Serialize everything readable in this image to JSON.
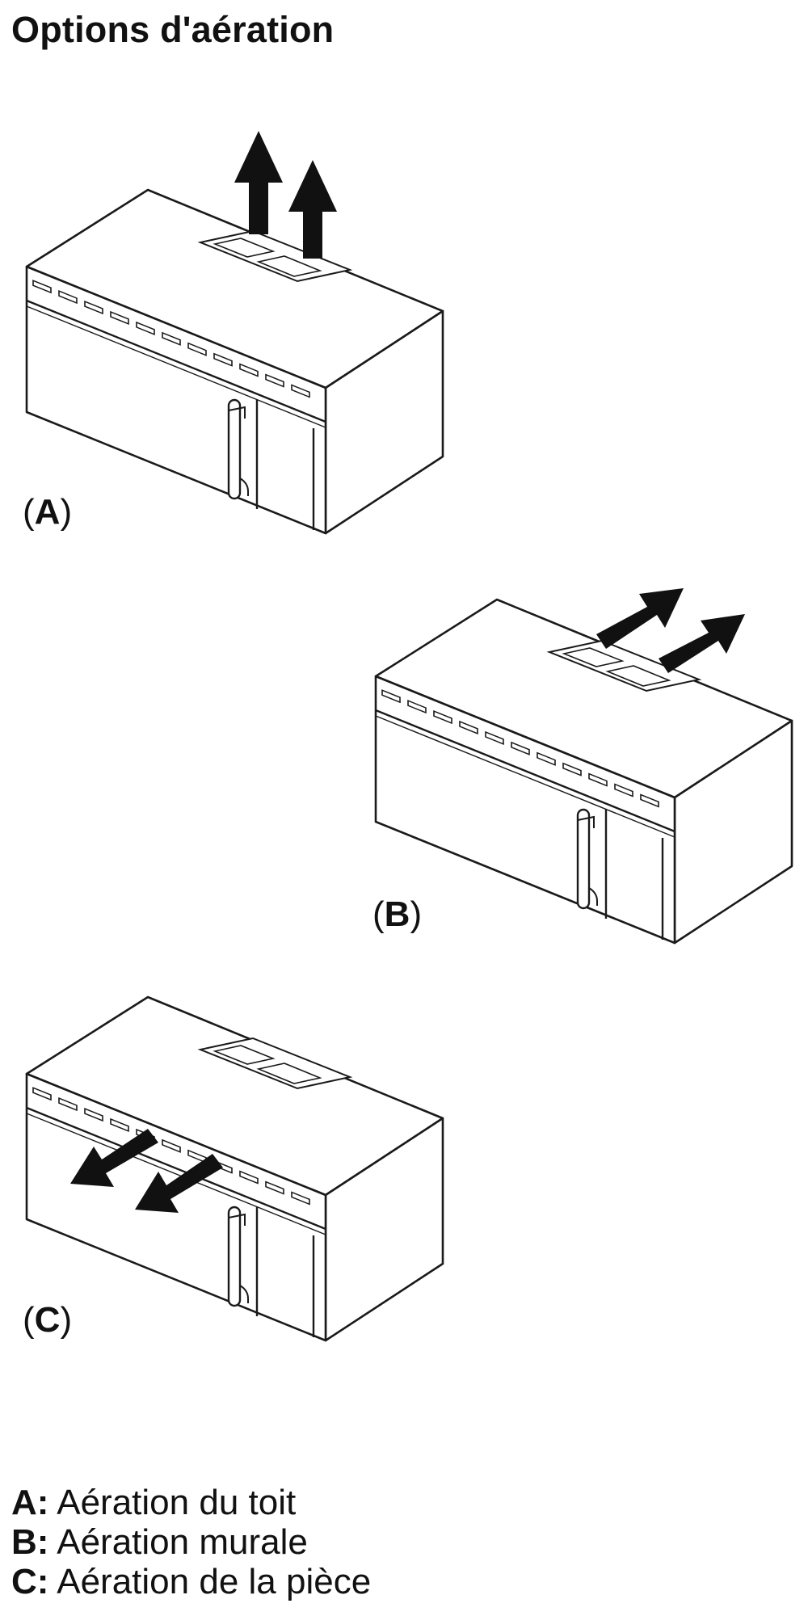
{
  "title": "Options d'aération",
  "panels": [
    {
      "key": "A",
      "label": "(A)",
      "vent_direction": "roof"
    },
    {
      "key": "B",
      "label": "(B)",
      "vent_direction": "wall"
    },
    {
      "key": "C",
      "label": "(C)",
      "vent_direction": "room"
    }
  ],
  "legend": [
    {
      "key": "A:",
      "text": "Aération du toit"
    },
    {
      "key": "B:",
      "text": "Aération murale"
    },
    {
      "key": "C:",
      "text": "Aération de la pièce"
    }
  ],
  "colors": {
    "line": "#1a1a1a",
    "arrow": "#111111",
    "fill": "#ffffff"
  }
}
